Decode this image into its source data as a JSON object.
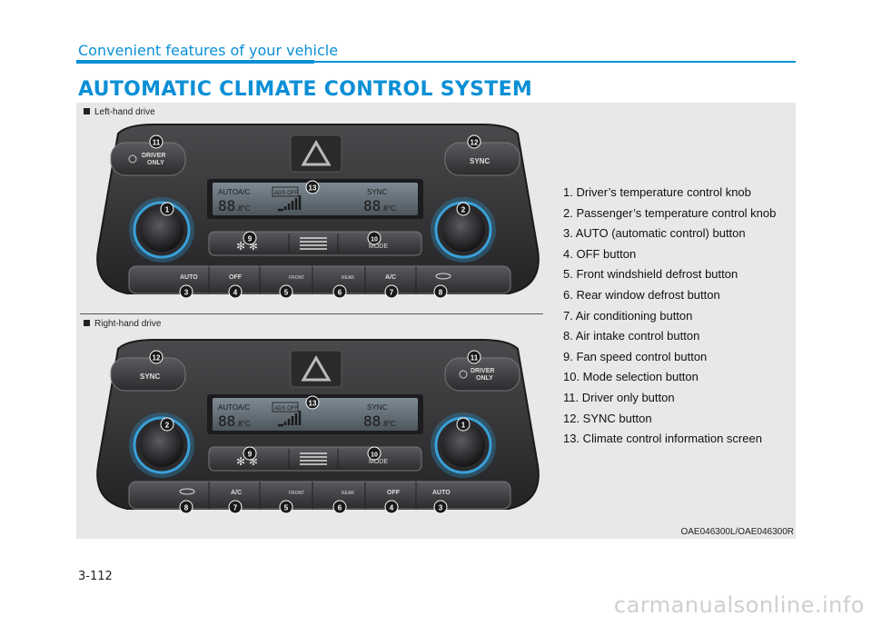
{
  "header": {
    "section": "Convenient features of your vehicle",
    "title": "AUTOMATIC CLIMATE CONTROL SYSTEM"
  },
  "figure": {
    "lhd_label": "Left-hand drive",
    "rhd_label": "Right-hand drive",
    "code": "OAE046300L/OAE046300R",
    "panel": {
      "auto": "AUTO",
      "off": "OFF",
      "front": "FRONT",
      "rear": "REAR",
      "ac": "A/C",
      "sync": "SYNC",
      "driver_only_1": "DRIVER",
      "driver_only_2": "ONLY",
      "mode": "MODE",
      "ads_off": "ADS OFF",
      "disp_auto": "AUTO",
      "disp_ac": "A/C",
      "disp_sync": "SYNC",
      "temp": "88",
      "unit": ".8°C"
    },
    "callouts_lhd": [
      "1",
      "2",
      "3",
      "4",
      "5",
      "6",
      "7",
      "8",
      "9",
      "10",
      "11",
      "12",
      "13"
    ],
    "callouts_rhd": [
      "1",
      "2",
      "3",
      "4",
      "5",
      "6",
      "7",
      "8",
      "9",
      "10",
      "11",
      "12",
      "13"
    ]
  },
  "legend": [
    "1. Driver’s temperature control knob",
    "2. Passenger’s temperature control knob",
    "3. AUTO (automatic control) button",
    "4. OFF button",
    "5. Front windshield defrost button",
    "6. Rear window defrost button",
    "7. Air conditioning button",
    "8. Air intake control button",
    "9. Fan speed control button",
    "10. Mode selection button",
    "11. Driver only button",
    "12. SYNC button",
    "13. Climate control information screen"
  ],
  "page_number": "3-112",
  "watermark": "carmanualsonline.info",
  "colors": {
    "accent": "#0a8fd6",
    "panel_dark": "#2e2e30",
    "callout": "#1a1a1a"
  }
}
